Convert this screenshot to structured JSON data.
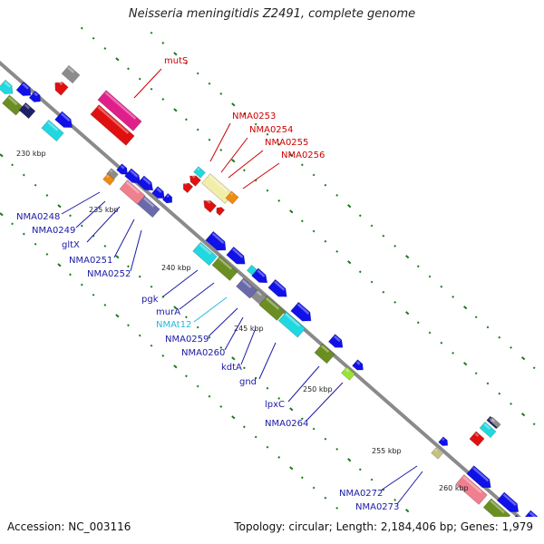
{
  "title": "Neisseria meningitidis Z2491, complete genome",
  "footer": {
    "accession": "Accession: NC_003116",
    "summary": "Topology: circular; Length: 2,184,406 bp; Genes: 1,979"
  },
  "kbp_labels": [
    "230 kbp",
    "235 kbp",
    "240 kbp",
    "245 kbp",
    "250 kbp",
    "255 kbp",
    "260 kbp"
  ],
  "gene_labels": [
    {
      "text": "mutS",
      "color": "#cc0000"
    },
    {
      "text": "NMA0253",
      "color": "#cc0000"
    },
    {
      "text": "NMA0254",
      "color": "#cc0000"
    },
    {
      "text": "NMA0255",
      "color": "#cc0000"
    },
    {
      "text": "NMA0256",
      "color": "#cc0000"
    },
    {
      "text": "NMA0248",
      "color": "#1a1aa6"
    },
    {
      "text": "NMA0249",
      "color": "#1a1aa6"
    },
    {
      "text": "gltX",
      "color": "#1a1aa6"
    },
    {
      "text": "NMA0251",
      "color": "#1a1aa6"
    },
    {
      "text": "NMA0252",
      "color": "#1a1aa6"
    },
    {
      "text": "pgk",
      "color": "#1a1aa6"
    },
    {
      "text": "murA",
      "color": "#1a1aa6"
    },
    {
      "text": "NMAt12",
      "color": "#22bbdd"
    },
    {
      "text": "NMA0259",
      "color": "#1a1aa6"
    },
    {
      "text": "NMA0260",
      "color": "#1a1aa6"
    },
    {
      "text": "kdtA",
      "color": "#1a1aa6"
    },
    {
      "text": "gnd",
      "color": "#1a1aa6"
    },
    {
      "text": "lpxC",
      "color": "#1a1aa6"
    },
    {
      "text": "NMA0264",
      "color": "#1a1aa6"
    },
    {
      "text": "NMA0272",
      "color": "#1a1aa6"
    },
    {
      "text": "NMA0273",
      "color": "#1a1aa6"
    }
  ],
  "colors": {
    "backbone": "#8a8a8a",
    "tick": "#1a7a1a",
    "red": "#e01010",
    "blue": "#1010e8",
    "cyan": "#20d8e0",
    "olive": "#6b8e23",
    "navy": "#20206a",
    "pink": "#f07f8f",
    "magenta": "#e0208a",
    "khaki": "#f2eda8",
    "gray": "#8c8c8c",
    "slate": "#6a6aaa",
    "orange": "#f08a10",
    "lime": "#9ae23a",
    "tan": "#c8c080"
  }
}
